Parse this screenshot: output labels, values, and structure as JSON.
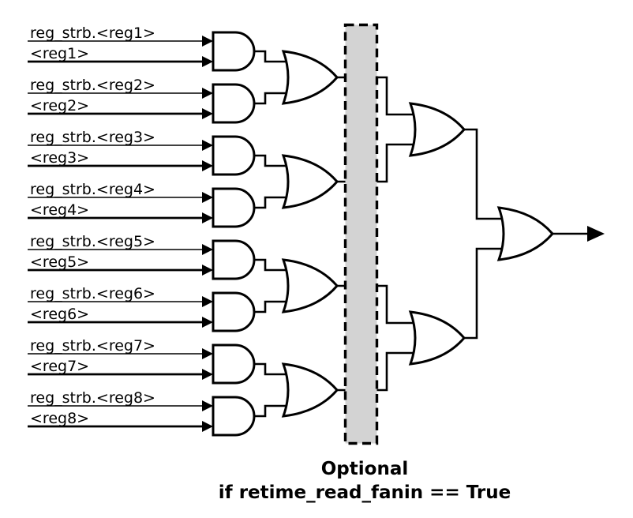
{
  "diagram": {
    "background": "#ffffff",
    "stroke_color": "#000000",
    "inputs": [
      {
        "strobe_label": "reg_strb.<reg1>",
        "reg_label": "<reg1>"
      },
      {
        "strobe_label": "reg_strb.<reg2>",
        "reg_label": "<reg2>"
      },
      {
        "strobe_label": "reg_strb.<reg3>",
        "reg_label": "<reg3>"
      },
      {
        "strobe_label": "reg_strb.<reg4>",
        "reg_label": "<reg4>"
      },
      {
        "strobe_label": "reg_strb.<reg5>",
        "reg_label": "<reg5>"
      },
      {
        "strobe_label": "reg_strb.<reg6>",
        "reg_label": "<reg6>"
      },
      {
        "strobe_label": "reg_strb.<reg7>",
        "reg_label": "<reg7>"
      },
      {
        "strobe_label": "reg_strb.<reg8>",
        "reg_label": "<reg8>"
      }
    ],
    "gates": {
      "and_count": 8,
      "or_stage1_count": 4,
      "or_stage2_count": 2,
      "or_final_count": 1
    },
    "optional_box": {
      "fill": "#d3d3d3",
      "caption_line1": "Optional",
      "caption_line2": "if retime_read_fanin == True"
    }
  }
}
